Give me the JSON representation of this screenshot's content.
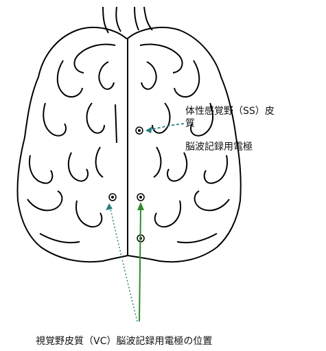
{
  "labels": {
    "ss_line1": "体性感覚野（SS）皮",
    "ss_line2": "質",
    "ss_line3": "脳波記録用電極",
    "vc_caption": "視覚野皮質（VC）脳波記録用電極の位置"
  },
  "colors": {
    "outline": "#000000",
    "arrow_green": "#2e8b2e",
    "arrow_teal": "#2a7f7f",
    "background": "#ffffff"
  }
}
